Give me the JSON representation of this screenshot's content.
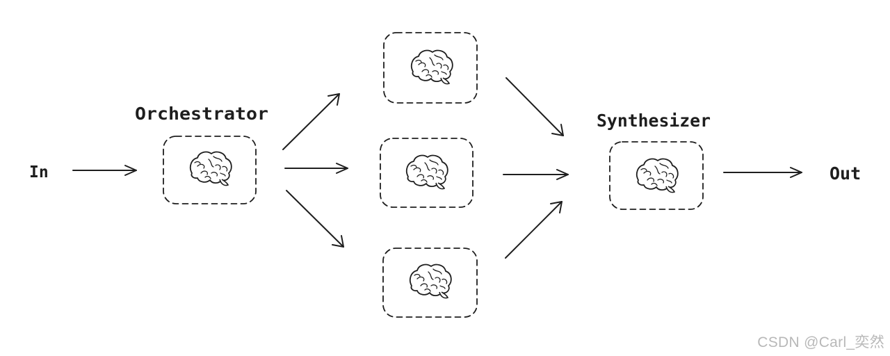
{
  "diagram": {
    "input_label": "In",
    "output_label": "Out",
    "orchestrator_label": "Orchestrator",
    "synthesizer_label": "Synthesizer",
    "node_icon": "brain-icon",
    "stroke_color": "#1e1e1e"
  },
  "watermark": "CSDN @Carl_奕然"
}
